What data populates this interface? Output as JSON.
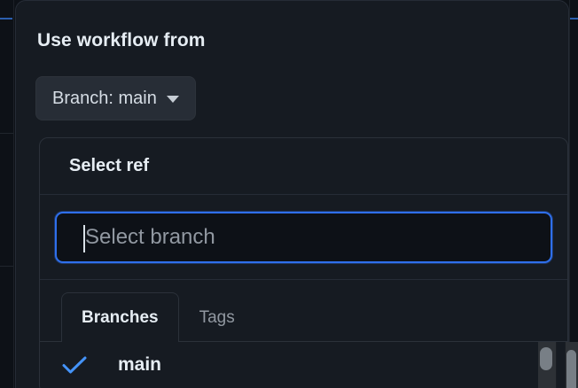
{
  "dialog": {
    "title": "Use workflow from",
    "branch_button": {
      "label": "Branch: main",
      "icon": "chevron-down-icon"
    }
  },
  "ref_popover": {
    "header_title": "Select ref",
    "search": {
      "placeholder": "Select branch",
      "value": "",
      "focused": true,
      "caret_visible": true
    },
    "tabs": [
      {
        "label": "Branches",
        "selected": true
      },
      {
        "label": "Tags",
        "selected": false
      }
    ],
    "items": [
      {
        "label": "main",
        "selected": true,
        "icon": "check-icon"
      }
    ]
  },
  "colors": {
    "page_background": "#0d1117",
    "panel_background": "#161b22",
    "border": "#2b313a",
    "text_primary": "#e6edf3",
    "text_muted": "#9198a1",
    "accent_blue": "#2f6feb",
    "check_blue": "#4493f8",
    "button_background": "#272d36",
    "scrollbar_thumb": "#787f86"
  }
}
